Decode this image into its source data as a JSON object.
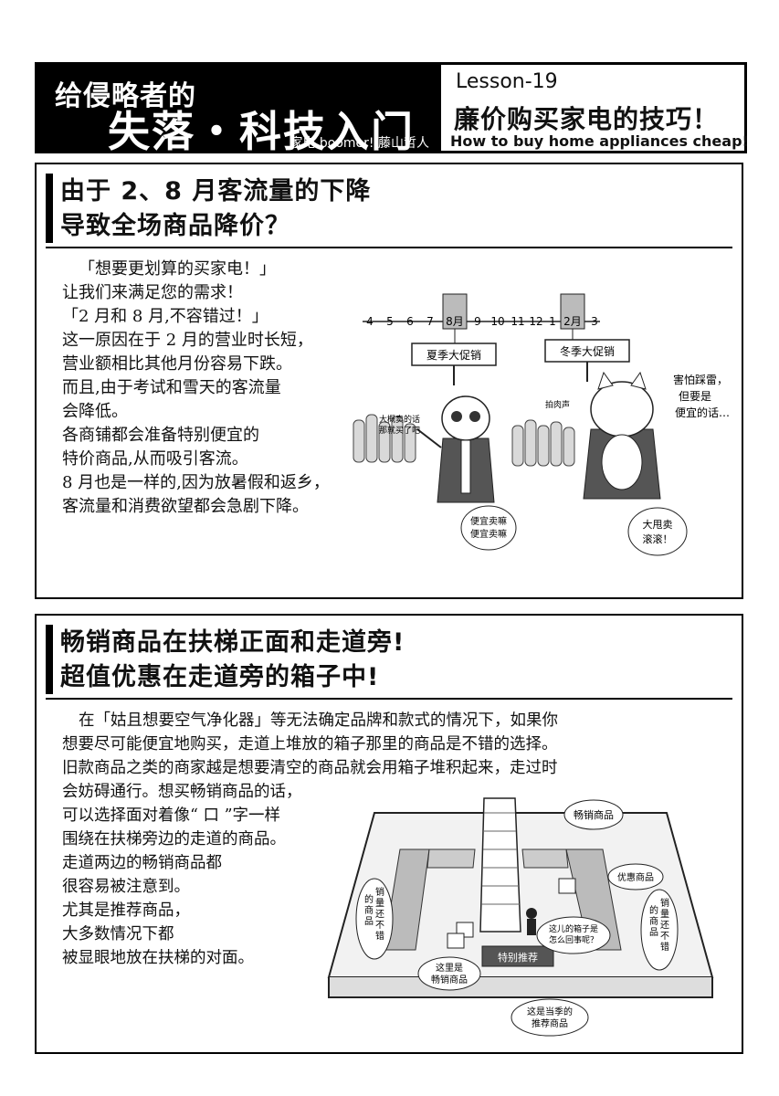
{
  "header": {
    "series_line1": "给侵略者的",
    "series_line2": "失落・科技入门",
    "author": "家电 boomer! 藤山哲人",
    "lesson": "Lesson-19",
    "title_cn": "廉价购买家电的技巧！",
    "title_en": "How to buy home appliances cheap!"
  },
  "section1": {
    "heading_line1": "由于 2、8 月客流量的下降",
    "heading_line2": "导致全场商品降价？",
    "body": [
      "「想要更划算的买家电！」",
      "让我们来满足您的需求！",
      "「2 月和 8 月,不容错过！」",
      "这一原因在于 2 月的营业时长短，",
      "营业额相比其他月份容易下跌。",
      "而且,由于考试和雪天的客流量",
      "会降低。",
      "各商铺都会准备特别便宜的",
      "特价商品,从而吸引客流。",
      "8 月也是一样的,因为放暑假和返乡，",
      "客流量和消费欲望都会急剧下降。"
    ],
    "illustration": {
      "months": [
        "4",
        "5",
        "6",
        "7",
        "8月",
        "9",
        "10",
        "11",
        "12",
        "1",
        "2月",
        "3"
      ],
      "sign_summer": "夏季大促销",
      "sign_winter": "冬季大促销",
      "bubble_cheap_buy": [
        "大概卖的话",
        "那就买了吧"
      ],
      "bubble_cheap_sell": [
        "便宜卖嘛",
        "便宜卖嘛"
      ],
      "bubble_afraid": [
        "害怕踩雷，",
        "但要是",
        "便宜的话…"
      ],
      "label_crowd": "拍肉声",
      "bubble_big_sale": [
        "大甩卖",
        "滚滚！"
      ]
    }
  },
  "section2": {
    "heading_line1": "畅销商品在扶梯正面和走道旁!",
    "heading_line2": "超值优惠在走道旁的箱子中!",
    "body_wide": [
      "在「姑且想要空气净化器」等无法确定品牌和款式的情况下，如果你",
      "想要尽可能便宜地购买，走道上堆放的箱子那里的商品是不错的选择。",
      "旧款商品之类的商家越是想要清空的商品就会用箱子堆积起来，走过时"
    ],
    "body_narrow": [
      "会妨碍通行。想买畅销商品的话，",
      "可以选择面对着像“ 口 ”字一样",
      "围绕在扶梯旁边的走道的商品。",
      "走道两边的畅销商品都",
      "很容易被注意到。",
      "尤其是推荐商品，",
      "大多数情况下都",
      "被显眼地放在扶梯的对面。"
    ],
    "illustration": {
      "label_bestseller_top": "畅销商品",
      "label_deal": "优惠商品",
      "label_left_sales": [
        "销",
        "量",
        "还",
        "不",
        "错",
        "的",
        "商",
        "品"
      ],
      "label_right_sales": [
        "销",
        "量",
        "还",
        "不",
        "错",
        "的",
        "商",
        "品"
      ],
      "label_what": [
        "这儿的箱子是",
        "怎么回事呢？"
      ],
      "label_here_bestseller": [
        "这里是",
        "畅销商品"
      ],
      "label_special": "特别推荐",
      "label_seasonal": [
        "这是当季的",
        "推荐商品"
      ]
    }
  }
}
